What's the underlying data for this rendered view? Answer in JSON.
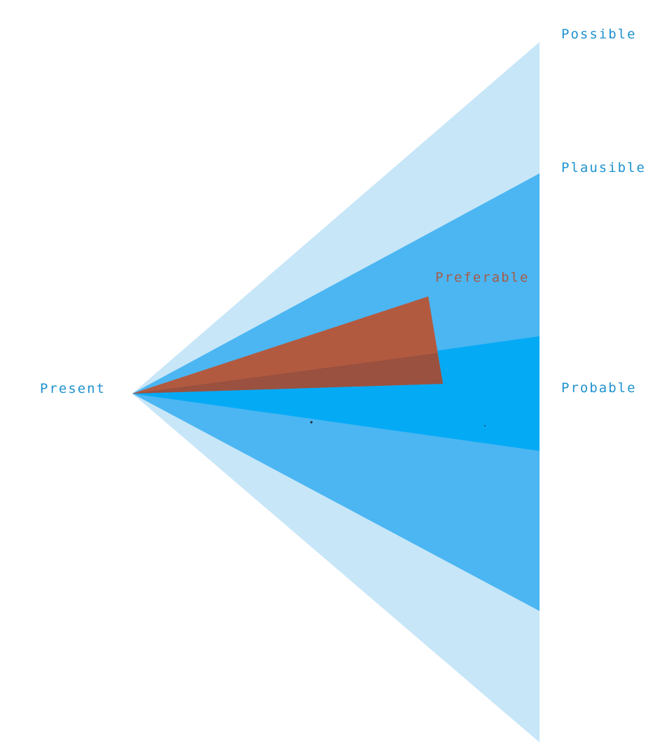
{
  "labels": {
    "possible": "Possible",
    "plausible": "Plausible",
    "preferable": "Preferable",
    "probable": "Probable",
    "present": "Present"
  },
  "colors": {
    "possible_cone": "#c7e6f8",
    "plausible_cone": "#4bb6f2",
    "probable_cone": "#05aaf5",
    "preferable_cone": "#b25a40",
    "preferable_cone_shade": "#955040",
    "label_blue": "#1f92cf",
    "label_preferable": "#a75b48"
  }
}
